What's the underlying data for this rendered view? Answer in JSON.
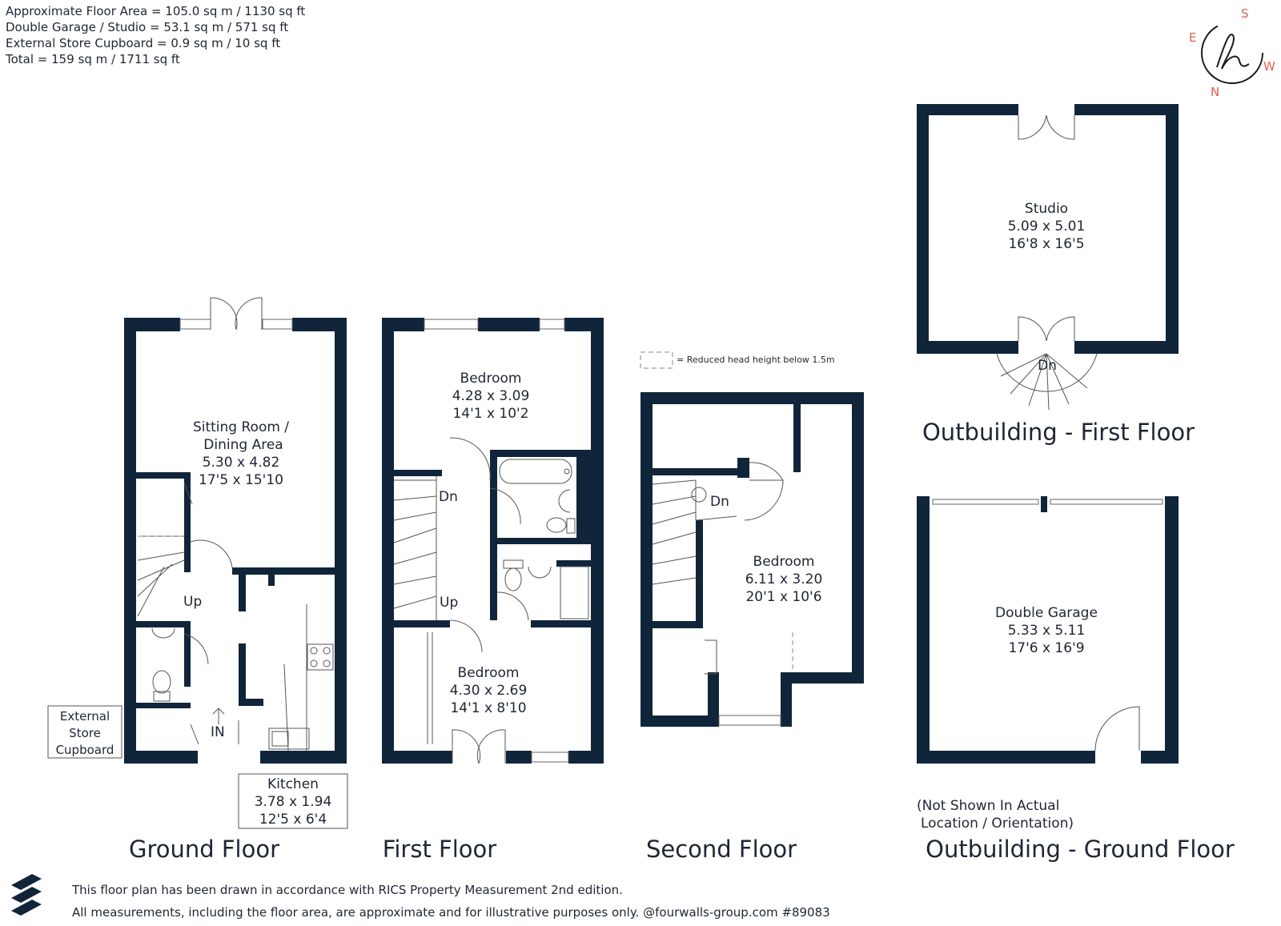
{
  "areas": [
    "Approximate Floor Area = 105.0 sq m / 1130 sq ft",
    "Double Garage / Studio = 53.1 sq m / 571 sq ft",
    "External Store Cupboard = 0.9 sq m / 10 sq ft",
    "Total = 159 sq m / 1711 sq ft"
  ],
  "compass": {
    "s": "S",
    "e": "E",
    "w": "W",
    "n": "N"
  },
  "legend": "= Reduced head height below 1.5m",
  "ground": {
    "title": "Ground Floor",
    "sitting": [
      "Sitting Room /",
      "Dining Area",
      "5.30 x 4.82",
      "17'5 x 15'10"
    ],
    "up": "Up",
    "in": "IN",
    "store": [
      "External",
      "Store",
      "Cupboard"
    ],
    "kitchen": [
      "Kitchen",
      "3.78 x 1.94",
      "12'5 x 6'4"
    ]
  },
  "first": {
    "title": "First Floor",
    "bed1": [
      "Bedroom",
      "4.28 x 3.09",
      "14'1 x 10'2"
    ],
    "bed2": [
      "Bedroom",
      "4.30 x 2.69",
      "14'1 x 8'10"
    ],
    "dn": "Dn",
    "up": "Up"
  },
  "second": {
    "title": "Second Floor",
    "bed": [
      "Bedroom",
      "6.11 x 3.20",
      "20'1 x 10'6"
    ],
    "dn": "Dn"
  },
  "out_first": {
    "title": "Outbuilding - First Floor",
    "studio": [
      "Studio",
      "5.09 x 5.01",
      "16'8 x 16'5"
    ],
    "dn": "Dn"
  },
  "out_ground": {
    "title": "Outbuilding - Ground Floor",
    "garage": [
      "Double Garage",
      "5.33 x 5.11",
      "17'6 x 16'9"
    ],
    "note": [
      "(Not Shown In Actual",
      "Location / Orientation)"
    ]
  },
  "footer": [
    "This floor plan has been drawn in accordance with RICS Property Measurement 2nd edition.",
    "All measurements, including the floor area, are approximate and for illustrative purposes only. @fourwalls-group.com #89083"
  ]
}
